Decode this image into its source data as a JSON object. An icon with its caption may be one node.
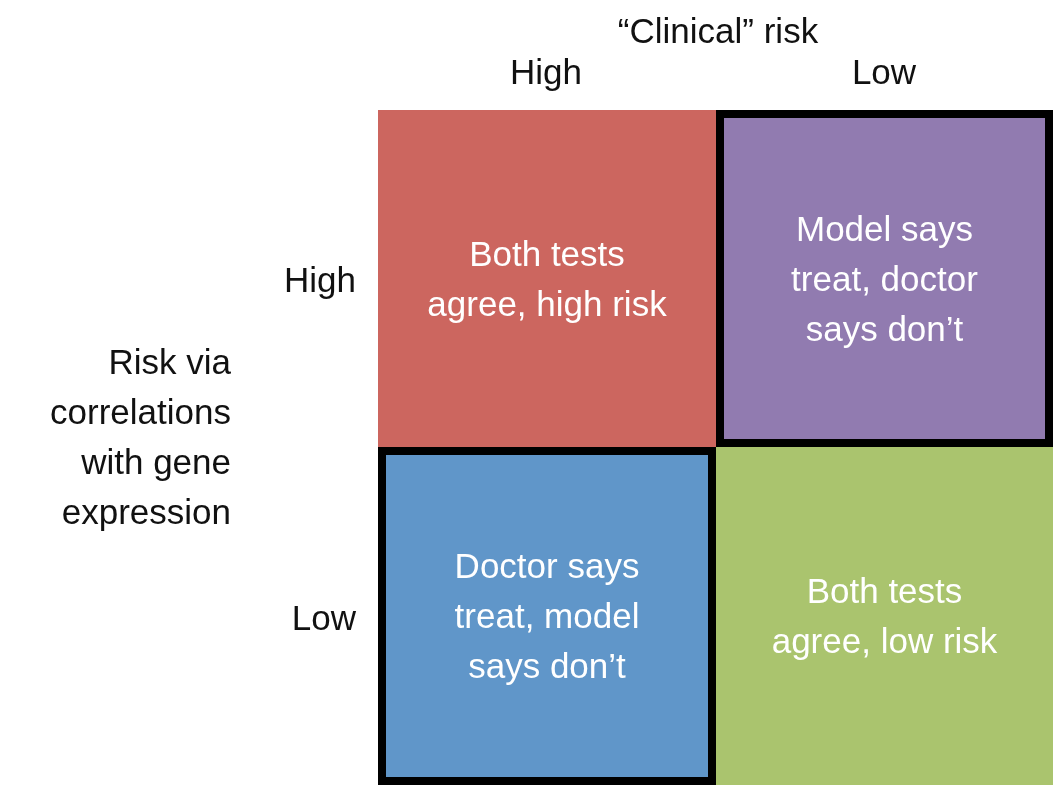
{
  "diagram": {
    "nodes": [
      {
        "text": [
          "Both tests agree, high risk"
        ]
      },
      {
        "text": [
          "Model says treat, doctor says don’t"
        ]
      },
      {
        "text": [
          "Doctor says treat, model says don’t"
        ]
      },
      {
        "text": [
          "Both tests agree, low risk"
        ]
      }
    ],
    "labels": [
      "“Clinical” risk",
      "High",
      "Low",
      "High",
      "Risk via correlations with gene expression",
      "Low"
    ]
  }
}
